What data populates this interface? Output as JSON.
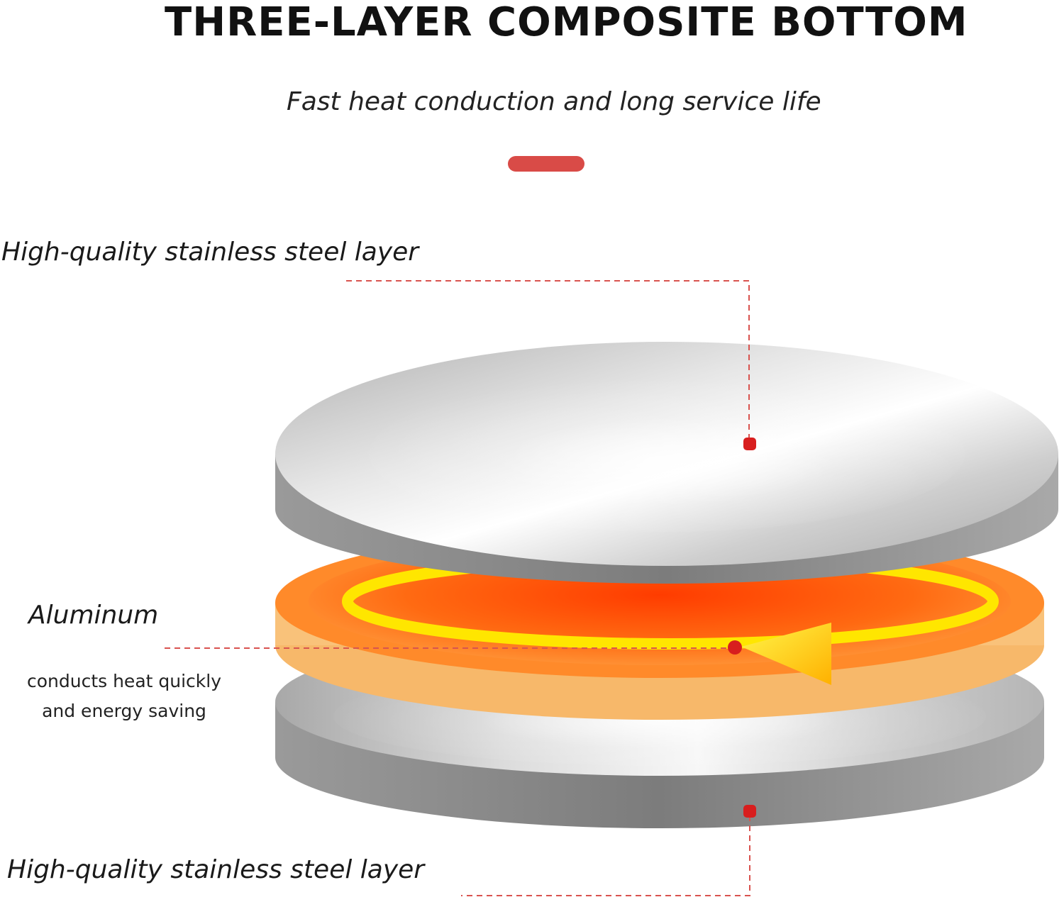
{
  "header": {
    "title": "THREE-LAYER COMPOSITE BOTTOM",
    "subtitle": "Fast heat conduction and long service life"
  },
  "layers": {
    "top": {
      "label": "High-quality stainless steel layer"
    },
    "middle": {
      "label": "Aluminum",
      "description_line1": "conducts heat quickly",
      "description_line2": "and energy saving"
    },
    "bottom": {
      "label": "High-quality stainless steel layer"
    }
  },
  "colors": {
    "accent": "#d94b47",
    "callout_dot": "#d81e1e",
    "steel_light": "#f2f2f2",
    "steel_mid": "#b9b9b9",
    "steel_dark": "#8a8a8a",
    "aluminum_core": "#ff5a0a",
    "aluminum_rim": "#fbc47c",
    "heat_ring": "#ffe600"
  },
  "icons": {
    "heat_flow": "circular-arrow-icon"
  }
}
